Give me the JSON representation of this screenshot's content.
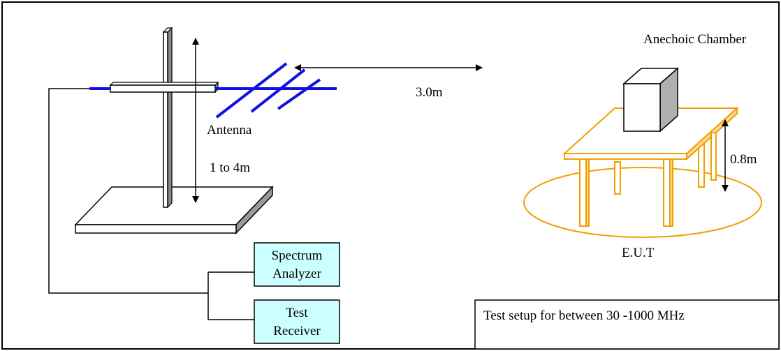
{
  "labels": {
    "chamber": "Anechoic Chamber",
    "distance": "3.0m",
    "antenna": "Antenna",
    "height_range": "1 to 4m",
    "table_height": "0.8m",
    "eut": "E.U.T"
  },
  "instruments": {
    "spectrum_analyzer": {
      "line1": "Spectrum",
      "line2": "Analyzer"
    },
    "test_receiver": {
      "line1": "Test",
      "line2": "Receiver"
    }
  },
  "caption": "Test setup for between 30 -1000 MHz",
  "colors": {
    "antenna_blue": "#1010e0",
    "table_orange": "#f0a000",
    "instrument_fill": "#ccffff",
    "box_grey": "#b0b0b0"
  }
}
